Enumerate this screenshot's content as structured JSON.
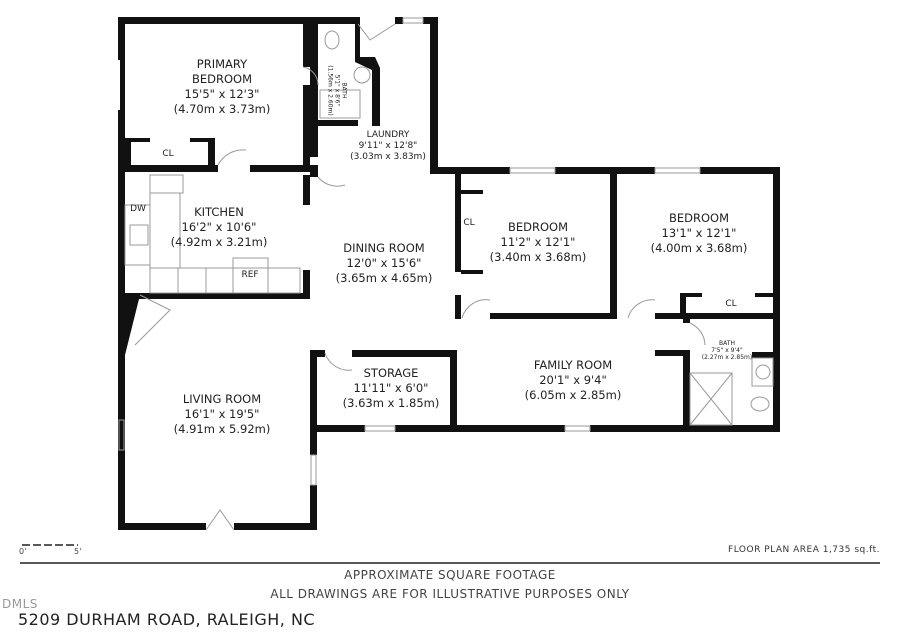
{
  "rooms": {
    "primary_bedroom": {
      "name": "PRIMARY BEDROOM",
      "name2": "",
      "dims": "15'5\" x 12'3\"",
      "metric": "(4.70m x 3.73m)"
    },
    "bath1": {
      "name": "BATH",
      "dims": "5'1\" x 8'6\"",
      "metric": "(1.56m x 2.60m)"
    },
    "laundry": {
      "name": "LAUNDRY",
      "dims": "9'11\" x 12'8\"",
      "metric": "(3.03m x 3.83m)"
    },
    "kitchen": {
      "name": "KITCHEN",
      "dims": "16'2\" x 10'6\"",
      "metric": "(4.92m x 3.21m)"
    },
    "dining_room": {
      "name": "DINING ROOM",
      "dims": "12'0\" x 15'6\"",
      "metric": "(3.65m x 4.65m)"
    },
    "bedroom2": {
      "name": "BEDROOM",
      "dims": "11'2\" x 12'1\"",
      "metric": "(3.40m x 3.68m)"
    },
    "bedroom3": {
      "name": "BEDROOM",
      "dims": "13'1\" x 12'1\"",
      "metric": "(4.00m x 3.68m)"
    },
    "storage": {
      "name": "STORAGE",
      "dims": "11'11\" x 6'0\"",
      "metric": "(3.63m x 1.85m)"
    },
    "family_room": {
      "name": "FAMILY ROOM",
      "dims": "20'1\" x 9'4\"",
      "metric": "(6.05m x 2.85m)"
    },
    "bath2": {
      "name": "BATH",
      "dims": "7'5\" x 9'4\"",
      "metric": "(2.27m x 2.85m)"
    },
    "living_room": {
      "name": "LIVING ROOM",
      "dims": "16'1\" x 19'5\"",
      "metric": "(4.91m x 5.92m)"
    }
  },
  "fixtures": {
    "closet": "CL",
    "dishwasher": "DW",
    "refrigerator": "REF"
  },
  "scale": {
    "start": "0'",
    "end": "5'"
  },
  "floor_plan_area": "FLOOR PLAN AREA 1,735 sq.ft.",
  "footer": {
    "line1": "APPROXIMATE SQUARE FOOTAGE",
    "line2": "ALL DRAWINGS ARE FOR ILLUSTRATIVE PURPOSES ONLY",
    "address": "5209 DURHAM ROAD, RALEIGH, NC",
    "watermark": "DMLS"
  }
}
